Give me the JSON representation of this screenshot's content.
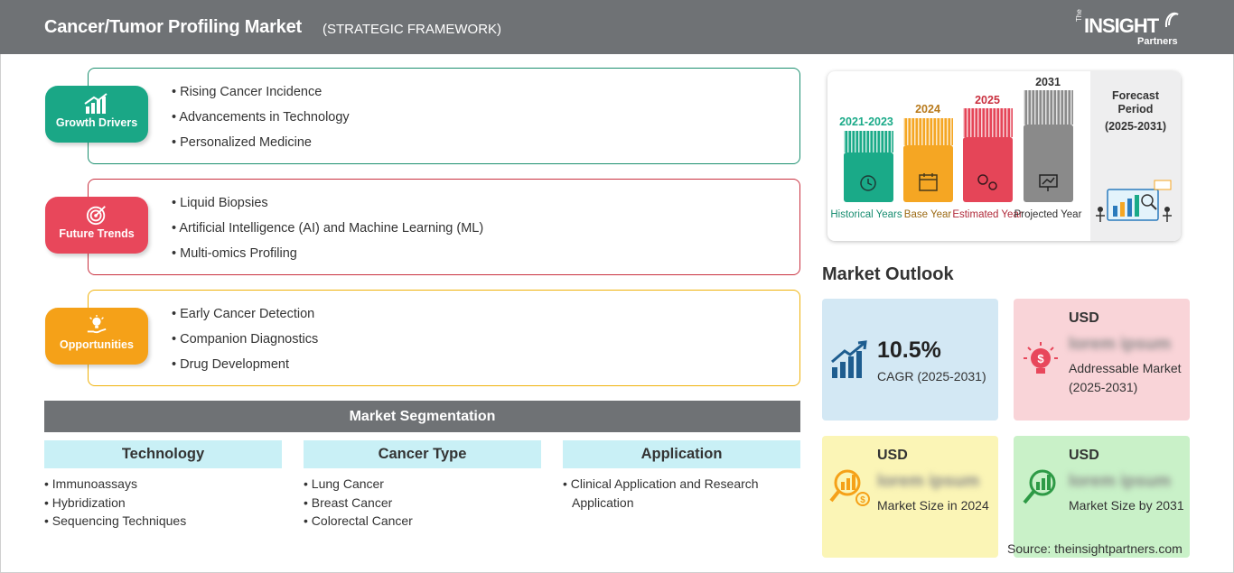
{
  "header": {
    "title": "Cancer/Tumor Profiling Market",
    "subtitle": "(STRATEGIC FRAMEWORK)",
    "logo": {
      "the": "The",
      "insight": "INSIGHT",
      "partners": "Partners"
    }
  },
  "framework": [
    {
      "label": "Growth Drivers",
      "color": "#1aa786",
      "border": "#1b8f6f",
      "icon": "growth-chart-icon",
      "items": [
        "Rising Cancer Incidence",
        "Advancements in Technology",
        "Personalized Medicine"
      ]
    },
    {
      "label": "Future Trends",
      "color": "#e8475b",
      "border": "#c9303f",
      "icon": "target-icon",
      "items": [
        "Liquid Biopsies",
        "Artificial Intelligence (AI) and Machine Learning (ML)",
        "Multi-omics Profiling"
      ]
    },
    {
      "label": "Opportunities",
      "color": "#f5a118",
      "border": "#f0b20a",
      "icon": "hand-lightbulb-icon",
      "items": [
        "Early Cancer Detection",
        "Companion Diagnostics",
        "Drug Development"
      ]
    }
  ],
  "segmentation": {
    "title": "Market Segmentation",
    "columns": [
      {
        "heading": "Technology",
        "items": [
          "Immunoassays",
          "Hybridization",
          "Sequencing Techniques"
        ]
      },
      {
        "heading": "Cancer Type",
        "items": [
          "Lung Cancer",
          "Breast Cancer",
          "Colorectal Cancer"
        ]
      },
      {
        "heading": "Application",
        "items": [
          "Clinical Application and Research Application"
        ]
      }
    ]
  },
  "timeline": {
    "periods": [
      {
        "year": "2021-2023",
        "label": "Historical Years",
        "color": "#1aaa88",
        "icon": "history-clock-icon"
      },
      {
        "year": "2024",
        "label": "Base Year",
        "color": "#f5a623",
        "icon": "calendar-icon"
      },
      {
        "year": "2025",
        "label": "Estimated Year",
        "color": "#e54558",
        "icon": "estimate-gears-icon"
      },
      {
        "year": "2031",
        "label": "Projected Year",
        "color": "#8a8a8a",
        "icon": "projection-board-icon"
      }
    ],
    "forecast_title": "Forecast Period",
    "forecast_range": "(2025-2031)"
  },
  "outlook": {
    "title": "Market Outlook",
    "cagr": {
      "value": "10.5%",
      "label": "CAGR (2025-2031)",
      "color": "#d3e8f4"
    },
    "addressable": {
      "currency": "USD",
      "value": "lorem ipsum",
      "label": "Addressable Market (2025-2031)",
      "color": "#f9d4d8"
    },
    "size_2024": {
      "currency": "USD",
      "value": "lorem ipsum",
      "label": "Market Size in 2024",
      "color": "#fbf5b6"
    },
    "size_2031": {
      "currency": "USD",
      "value": "lorem ipsum",
      "label": "Market Size by 2031",
      "color": "#c9f1c8"
    }
  },
  "source": "Source: theinsightpartners.com"
}
